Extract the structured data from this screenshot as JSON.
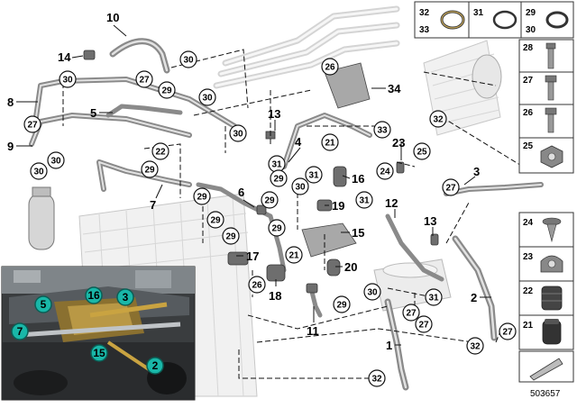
{
  "diagram": {
    "main_labels": [
      {
        "id": "l10",
        "text": "10"
      },
      {
        "id": "l14",
        "text": "14"
      },
      {
        "id": "l8",
        "text": "8"
      },
      {
        "id": "l5",
        "text": "5"
      },
      {
        "id": "l9",
        "text": "9"
      },
      {
        "id": "l7",
        "text": "7"
      },
      {
        "id": "l13a",
        "text": "13"
      },
      {
        "id": "l4",
        "text": "4"
      },
      {
        "id": "l6",
        "text": "6"
      },
      {
        "id": "l16",
        "text": "16"
      },
      {
        "id": "l19",
        "text": "19"
      },
      {
        "id": "l23",
        "text": "23"
      },
      {
        "id": "l3",
        "text": "3"
      },
      {
        "id": "l12",
        "text": "12"
      },
      {
        "id": "l13b",
        "text": "13"
      },
      {
        "id": "l15",
        "text": "15"
      },
      {
        "id": "l17",
        "text": "17"
      },
      {
        "id": "l18",
        "text": "18"
      },
      {
        "id": "l20",
        "text": "20"
      },
      {
        "id": "l11",
        "text": "11"
      },
      {
        "id": "l1",
        "text": "1"
      },
      {
        "id": "l2",
        "text": "2"
      },
      {
        "id": "l34",
        "text": "34"
      }
    ],
    "callouts": [
      {
        "id": "c30a",
        "text": "30"
      },
      {
        "id": "c27a",
        "text": "27"
      },
      {
        "id": "c29a",
        "text": "29"
      },
      {
        "id": "c30b",
        "text": "30"
      },
      {
        "id": "c27b",
        "text": "27"
      },
      {
        "id": "c30c",
        "text": "30"
      },
      {
        "id": "c30d",
        "text": "30"
      },
      {
        "id": "c22",
        "text": "22"
      },
      {
        "id": "c29b",
        "text": "29"
      },
      {
        "id": "c30e",
        "text": "30"
      },
      {
        "id": "c30f",
        "text": "30"
      },
      {
        "id": "c26a",
        "text": "26"
      },
      {
        "id": "c21a",
        "text": "21"
      },
      {
        "id": "c33",
        "text": "33"
      },
      {
        "id": "c32a",
        "text": "32"
      },
      {
        "id": "c31a",
        "text": "31"
      },
      {
        "id": "c29c",
        "text": "29"
      },
      {
        "id": "c30g",
        "text": "30"
      },
      {
        "id": "c31b",
        "text": "31"
      },
      {
        "id": "c31c",
        "text": "31"
      },
      {
        "id": "c24",
        "text": "24"
      },
      {
        "id": "c25",
        "text": "25"
      },
      {
        "id": "c27c",
        "text": "27"
      },
      {
        "id": "c29d",
        "text": "29"
      },
      {
        "id": "c29e",
        "text": "29"
      },
      {
        "id": "c29f",
        "text": "29"
      },
      {
        "id": "c29g",
        "text": "29"
      },
      {
        "id": "c29h",
        "text": "29"
      },
      {
        "id": "c21b",
        "text": "21"
      },
      {
        "id": "c26b",
        "text": "26"
      },
      {
        "id": "c29i",
        "text": "29"
      },
      {
        "id": "c30h",
        "text": "30"
      },
      {
        "id": "c27d",
        "text": "27"
      },
      {
        "id": "c31d",
        "text": "31"
      },
      {
        "id": "c27e",
        "text": "27"
      },
      {
        "id": "c32b",
        "text": "32"
      },
      {
        "id": "c32c",
        "text": "32"
      },
      {
        "id": "c27f",
        "text": "27"
      }
    ],
    "photo_labels": [
      {
        "id": "p5",
        "text": "5"
      },
      {
        "id": "p16",
        "text": "16"
      },
      {
        "id": "p3",
        "text": "3"
      },
      {
        "id": "p7",
        "text": "7"
      },
      {
        "id": "p15",
        "text": "15"
      },
      {
        "id": "p2",
        "text": "2"
      }
    ],
    "legend": {
      "seals": [
        {
          "top": "32",
          "bottom": "33"
        },
        {
          "top": "31",
          "bottom": ""
        },
        {
          "top": "29",
          "bottom": "30"
        }
      ],
      "parts": [
        "28",
        "27",
        "26",
        "25"
      ],
      "parts_lower": [
        "24",
        "23",
        "22",
        "21"
      ]
    },
    "drawing_number": "503657",
    "colors": {
      "photo_label_fill": "#19b7a8",
      "photo_label_stroke": "#0a5f56",
      "pipe_gray": "#8a8a8a",
      "frame": "#333333"
    }
  }
}
